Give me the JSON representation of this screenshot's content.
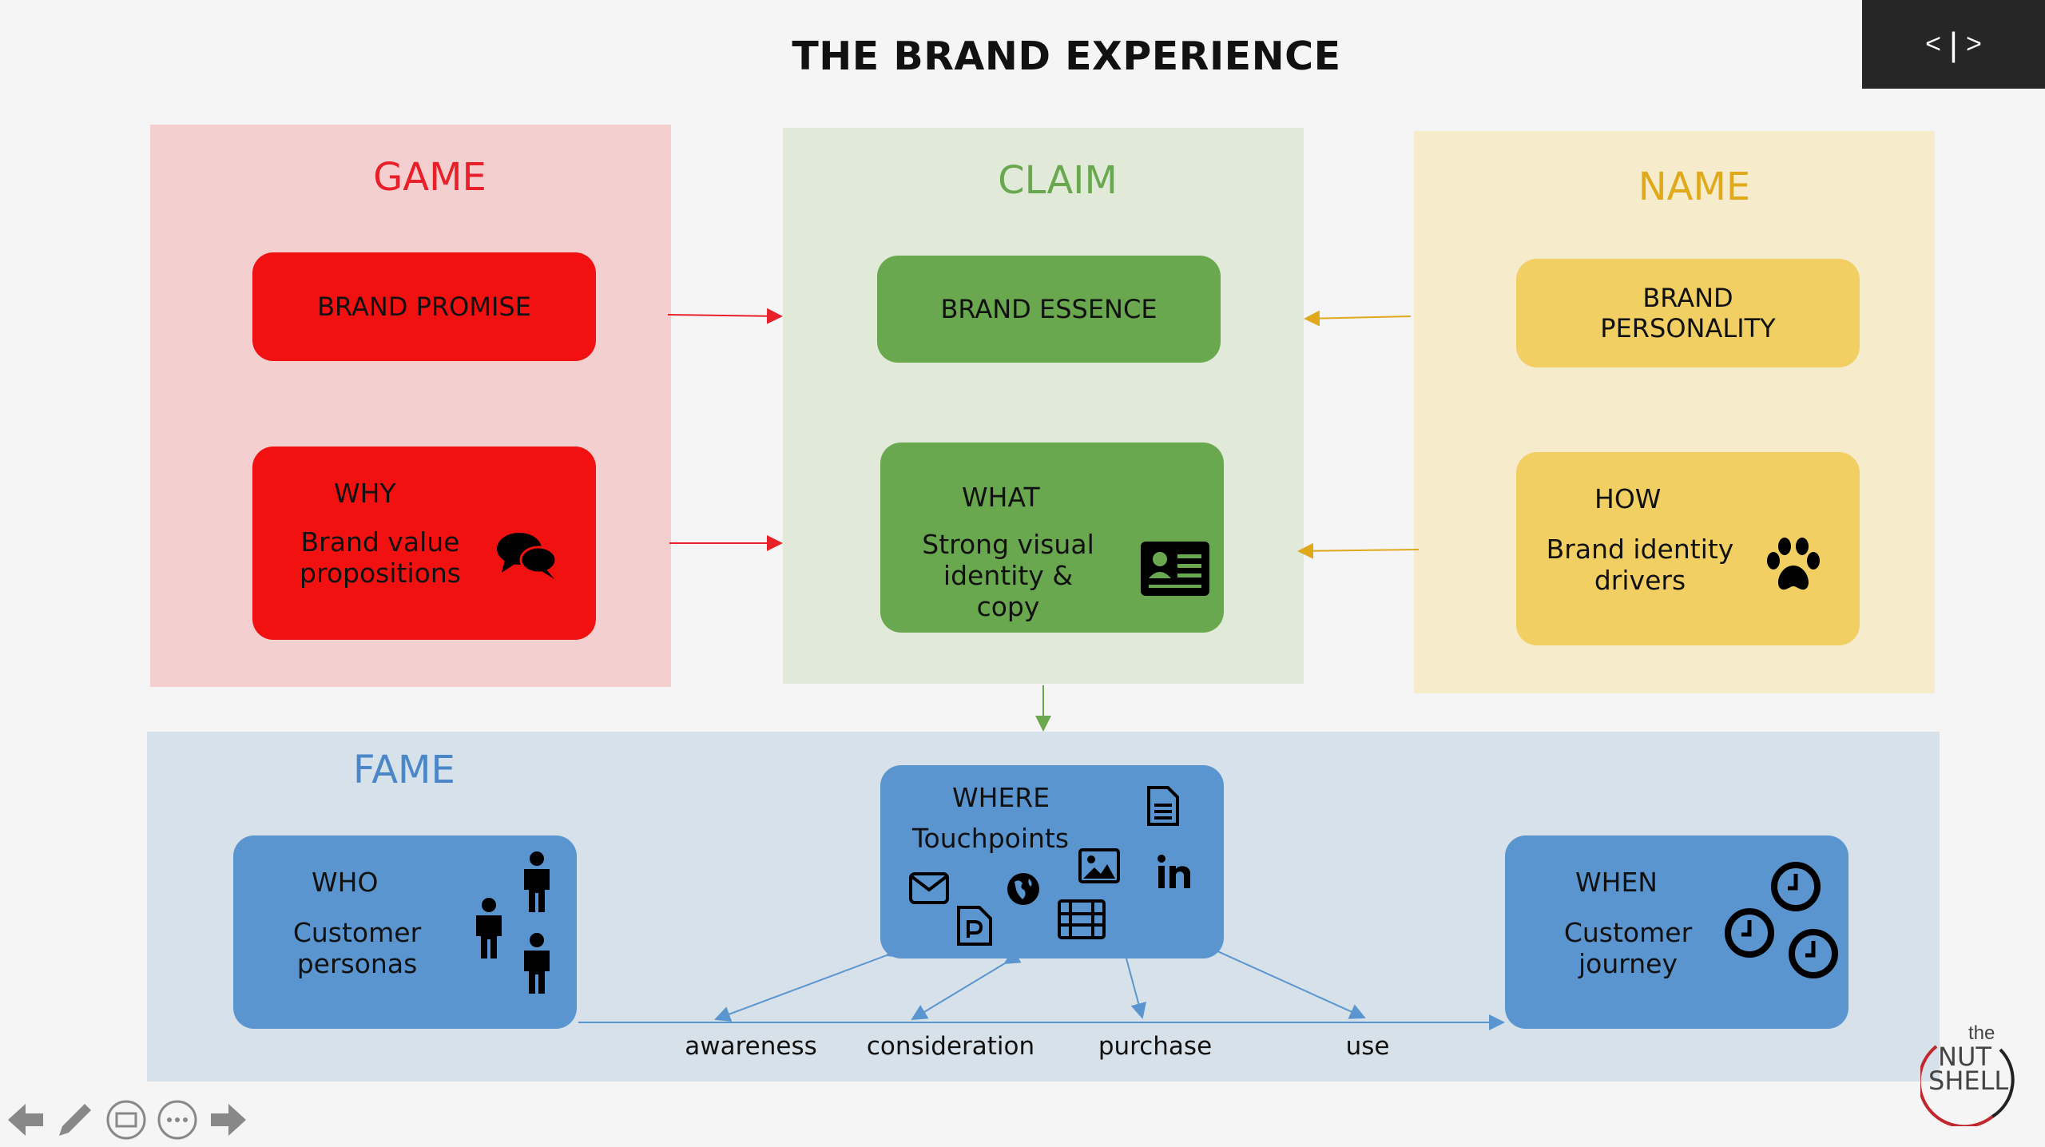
{
  "title": "THE BRAND EXPERIENCE",
  "nav": {
    "prev": "<",
    "sep": "|",
    "next": ">"
  },
  "panels": {
    "game": {
      "title": "GAME",
      "color": "#e8202a",
      "bg": "#f4cfd0"
    },
    "claim": {
      "title": "CLAIM",
      "color": "#6aa84f",
      "bg": "#e1ead9"
    },
    "name": {
      "title": "NAME",
      "color": "#e0a91c",
      "bg": "#f6ebca"
    },
    "fame": {
      "title": "FAME",
      "color": "#4a86c8",
      "bg": "#d6e1ea"
    }
  },
  "boxes": {
    "brand_promise": "BRAND PROMISE",
    "why": {
      "head": "WHY",
      "line1": "Brand value",
      "line2": "propositions"
    },
    "brand_essence": "BRAND ESSENCE",
    "what": {
      "head": "WHAT",
      "line1": "Strong visual",
      "line2": "identity & copy"
    },
    "brand_personality": {
      "line1": "BRAND",
      "line2": "PERSONALITY"
    },
    "how": {
      "head": "HOW",
      "line1": "Brand identity",
      "line2": "drivers"
    },
    "who": {
      "head": "WHO",
      "line1": "Customer",
      "line2": "personas"
    },
    "where": {
      "head": "WHERE",
      "line1": "Touchpoints"
    },
    "when": {
      "head": "WHEN",
      "line1": "Customer",
      "line2": "journey"
    }
  },
  "journey": [
    "awareness",
    "consideration",
    "purchase",
    "use"
  ],
  "logo": {
    "top": "the",
    "mid": "NUT",
    "bottom": "SHELL"
  },
  "colors": {
    "red_box": "#f11111",
    "green_box": "#6aa84f",
    "yellow_box": "#f1cf62",
    "blue_box": "#5b95cf",
    "arrow_red": "#e8202a",
    "arrow_green": "#6aa84f",
    "arrow_yellow": "#e0a91c",
    "arrow_blue": "#5b95cf"
  },
  "icons": [
    "speech-bubbles-icon",
    "id-card-icon",
    "paw-icon",
    "person-icon",
    "document-icon",
    "envelope-icon",
    "image-icon",
    "linkedin-icon",
    "globe-icon",
    "pdf-icon",
    "film-icon",
    "clock-icon"
  ]
}
